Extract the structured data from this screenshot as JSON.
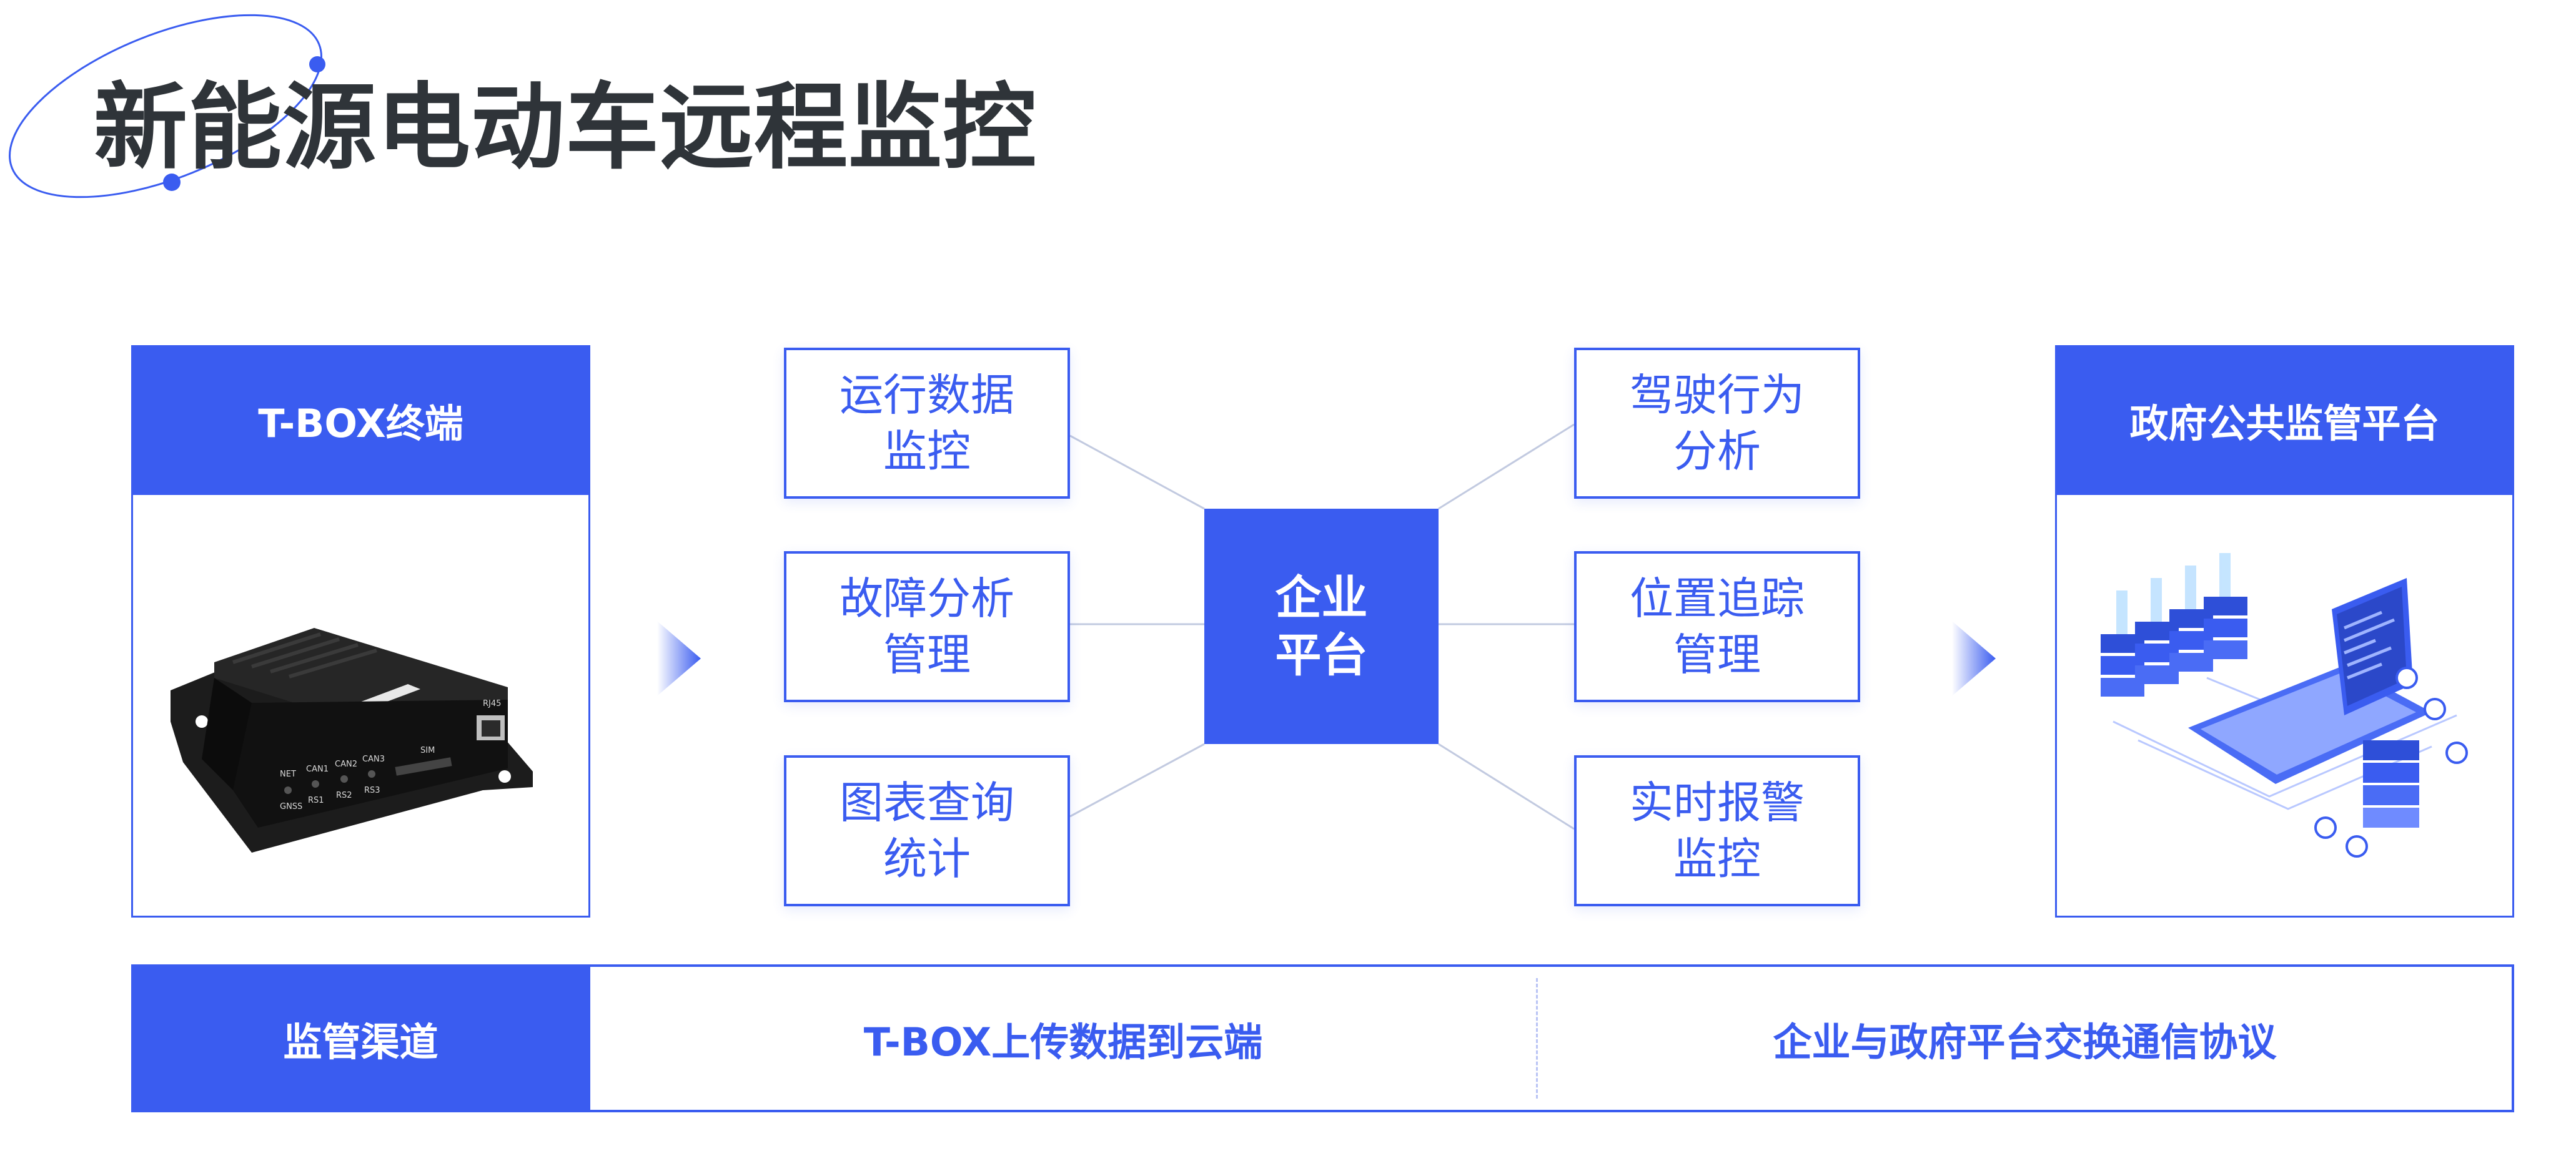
{
  "title": "新能源电动车远程监控",
  "colors": {
    "accent": "#3a5cf0",
    "title": "#2f3439"
  },
  "left_panel": {
    "heading": "T-BOX终端",
    "image": "tbox-device-photo"
  },
  "right_panel": {
    "heading": "政府公共监管平台",
    "image": "cloud-servers-laptop-illustration"
  },
  "center": {
    "line1": "企业",
    "line2": "平台"
  },
  "left_features": [
    {
      "line1": "运行数据",
      "line2": "监控"
    },
    {
      "line1": "故障分析",
      "line2": "管理"
    },
    {
      "line1": "图表查询",
      "line2": "统计"
    }
  ],
  "right_features": [
    {
      "line1": "驾驶行为",
      "line2": "分析"
    },
    {
      "line1": "位置追踪",
      "line2": "管理"
    },
    {
      "line1": "实时报警",
      "line2": "监控"
    }
  ],
  "bottom": {
    "heading": "监管渠道",
    "channel_1": "T-BOX上传数据到云端",
    "channel_2": "企业与政府平台交换通信协议"
  },
  "device_labels": {
    "row1": [
      "NET",
      "CAN1",
      "CAN2",
      "CAN3"
    ],
    "row2": [
      "GNSS",
      "RS1",
      "RS2",
      "RS3"
    ],
    "sim": "SIM",
    "port": "RJ45"
  }
}
